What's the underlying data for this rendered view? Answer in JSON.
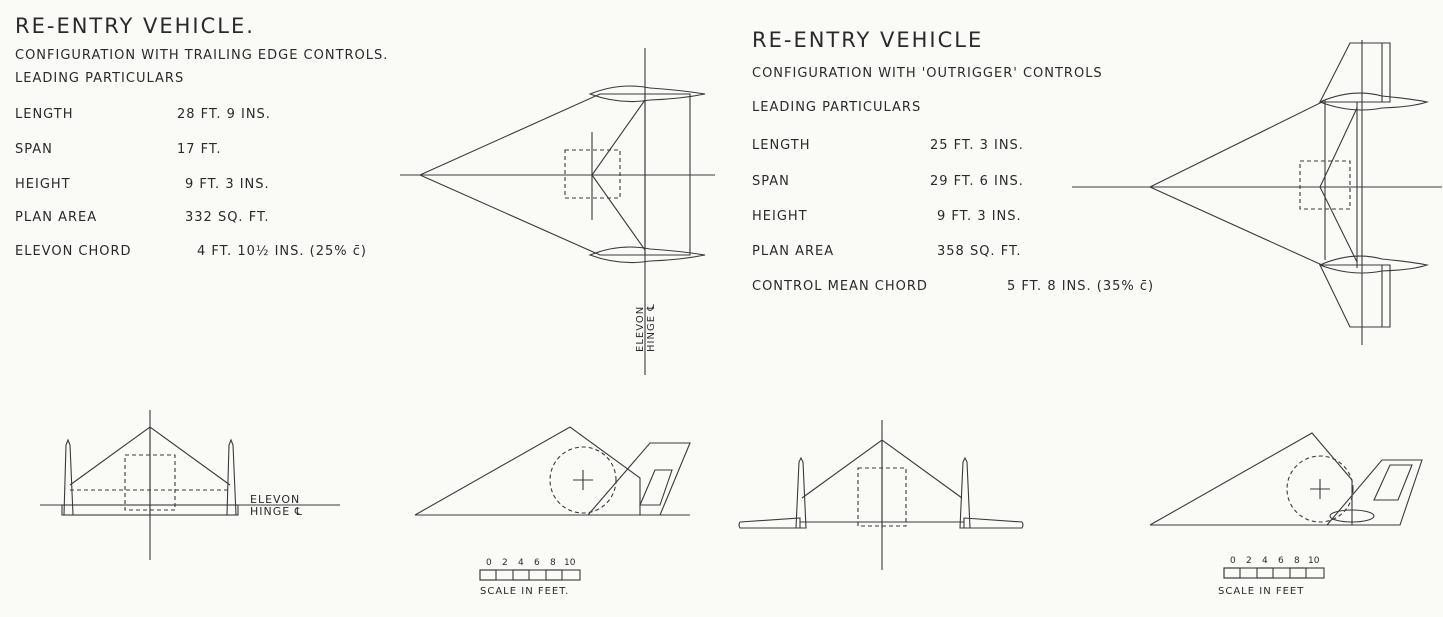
{
  "left": {
    "title": "RE-ENTRY VEHICLE.",
    "subtitle": "CONFIGURATION WITH TRAILING EDGE CONTROLS.",
    "section": "LEADING PARTICULARS",
    "specs": [
      {
        "label": "LENGTH",
        "value": "28 FT. 9 INS."
      },
      {
        "label": "SPAN",
        "value": "17 FT."
      },
      {
        "label": "HEIGHT",
        "value": "9 FT. 3 INS."
      },
      {
        "label": "PLAN AREA",
        "value": "332 SQ. FT."
      },
      {
        "label": "ELEVON CHORD",
        "value": "4 FT. 10½ INS. (25% c̄)"
      }
    ],
    "hinge_label_line1": "ELEVON",
    "hinge_label_line2": "HINGE ℄",
    "vertical_hinge_line1": "ELEVON",
    "vertical_hinge_line2": "HINGE ℄",
    "scale_numbers": [
      "0",
      "2",
      "4",
      "6",
      "8",
      "10"
    ],
    "scale_caption": "SCALE IN FEET."
  },
  "right": {
    "title": "RE-ENTRY VEHICLE",
    "subtitle": "CONFIGURATION WITH 'OUTRIGGER' CONTROLS",
    "section": "LEADING PARTICULARS",
    "specs": [
      {
        "label": "LENGTH",
        "value": "25 FT. 3 INS."
      },
      {
        "label": "SPAN",
        "value": "29 FT. 6 INS."
      },
      {
        "label": "HEIGHT",
        "value": "9 FT. 3 INS."
      },
      {
        "label": "PLAN AREA",
        "value": "358 SQ. FT."
      },
      {
        "label": "CONTROL MEAN CHORD",
        "value": "5 FT. 8 INS. (35% c̄)"
      }
    ],
    "scale_numbers": [
      "0",
      "2",
      "4",
      "6",
      "8",
      "10"
    ],
    "scale_caption": "SCALE IN FEET"
  }
}
